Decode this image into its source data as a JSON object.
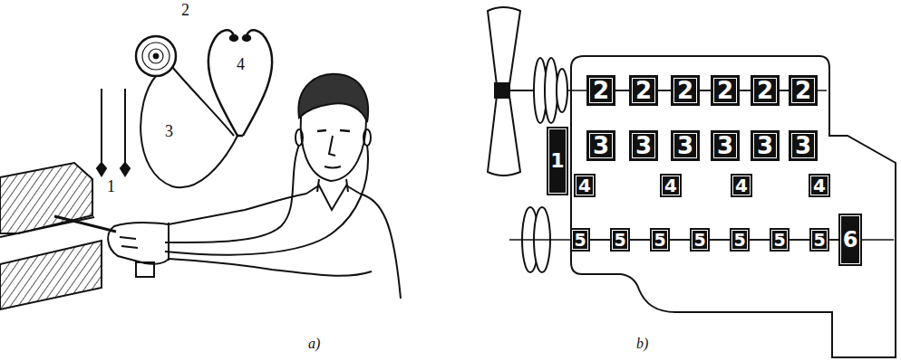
{
  "diagram": {
    "nodes": [
      {
        "text": [
          "2"
        ]
      },
      {
        "text": [
          "2"
        ]
      },
      {
        "text": [
          "2"
        ]
      },
      {
        "text": [
          "2"
        ]
      },
      {
        "text": [
          "2"
        ]
      },
      {
        "text": [
          "2"
        ]
      },
      {
        "text": [
          "3"
        ]
      },
      {
        "text": [
          "3"
        ]
      },
      {
        "text": [
          "3"
        ]
      },
      {
        "text": [
          "3"
        ]
      },
      {
        "text": [
          "3"
        ]
      },
      {
        "text": [
          "3"
        ]
      },
      {
        "text": [
          "1"
        ]
      },
      {
        "text": [
          "4"
        ]
      },
      {
        "text": [
          "4"
        ]
      },
      {
        "text": [
          "4"
        ]
      },
      {
        "text": [
          "4"
        ]
      },
      {
        "text": [
          "5"
        ]
      },
      {
        "text": [
          "5"
        ]
      },
      {
        "text": [
          "5"
        ]
      },
      {
        "text": [
          "5"
        ]
      },
      {
        "text": [
          "5"
        ]
      },
      {
        "text": [
          "5"
        ]
      },
      {
        "text": [
          "5"
        ]
      },
      {
        "text": [
          "6"
        ]
      }
    ],
    "edges": [
      {
        "from": 0,
        "to": 1,
        "arrow": "none"
      },
      {
        "from": 1,
        "to": 2,
        "arrow": "none"
      },
      {
        "from": 2,
        "to": 3,
        "arrow": "none"
      },
      {
        "from": 3,
        "to": 4,
        "arrow": "none"
      },
      {
        "from": 4,
        "to": 5,
        "arrow": "none"
      },
      {
        "from": 17,
        "to": 18,
        "arrow": "none"
      },
      {
        "from": 18,
        "to": 19,
        "arrow": "none"
      },
      {
        "from": 19,
        "to": 20,
        "arrow": "none"
      },
      {
        "from": 20,
        "to": 21,
        "arrow": "none"
      },
      {
        "from": 21,
        "to": 22,
        "arrow": "none"
      },
      {
        "from": 22,
        "to": 23,
        "arrow": "none"
      },
      {
        "from": 23,
        "to": 24,
        "arrow": "none"
      }
    ],
    "labels": [
      "1",
      "2",
      "3",
      "4",
      "a)",
      "b)"
    ]
  }
}
